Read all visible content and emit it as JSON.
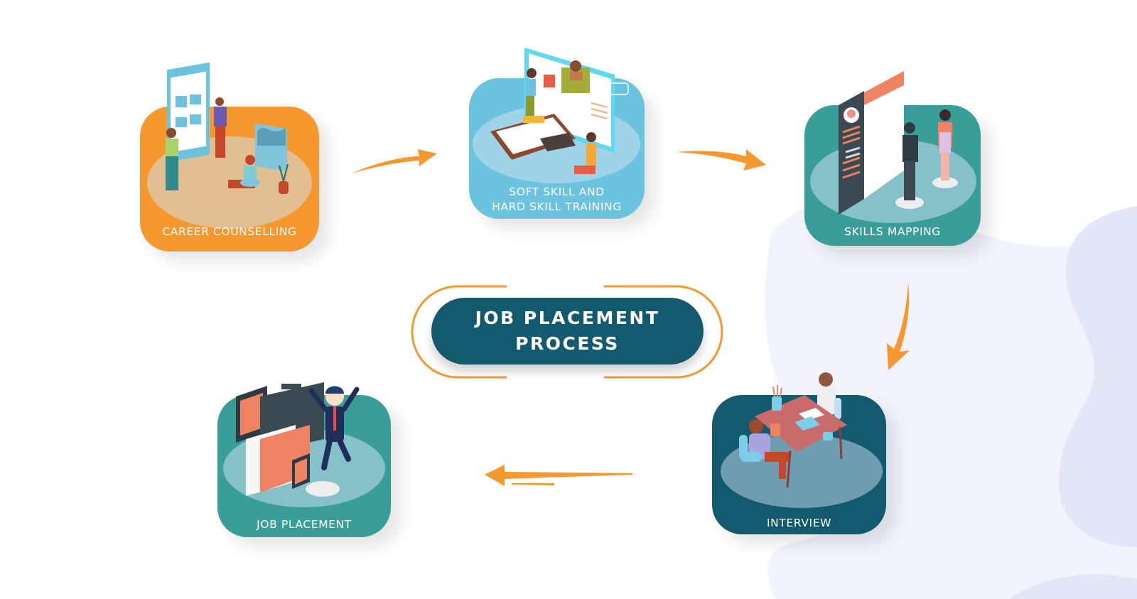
{
  "title": {
    "line1": "JOB PLACEMENT",
    "line2": "PROCESS"
  },
  "steps": [
    {
      "id": "career-counselling",
      "label": "CAREER COUNSELLING",
      "color": "#f7982f",
      "floor_color": "#e2bf93"
    },
    {
      "id": "skill-training",
      "label_line1": "SOFT SKILL AND",
      "label_line2": "HARD SKILL TRAINING",
      "color": "#6cc3df",
      "floor_color": "#9fd4e8"
    },
    {
      "id": "skills-mapping",
      "label": "SKILLS MAPPING",
      "color": "#3a9e98",
      "floor_color": "#86c0c8"
    },
    {
      "id": "interview",
      "label": "INTERVIEW",
      "color": "#135a6e",
      "floor_color": "#6e9cb0"
    },
    {
      "id": "job-placement",
      "label": "JOB PLACEMENT",
      "color": "#3a9e98",
      "floor_color": "#86c0c8"
    }
  ],
  "flow": [
    "career-counselling",
    "skill-training",
    "skills-mapping",
    "interview",
    "job-placement"
  ],
  "colors": {
    "accent": "#f7982f",
    "title_bg": "#135a6e",
    "blob": "#f2f3fc",
    "blob_dark": "#e3e6f7"
  }
}
